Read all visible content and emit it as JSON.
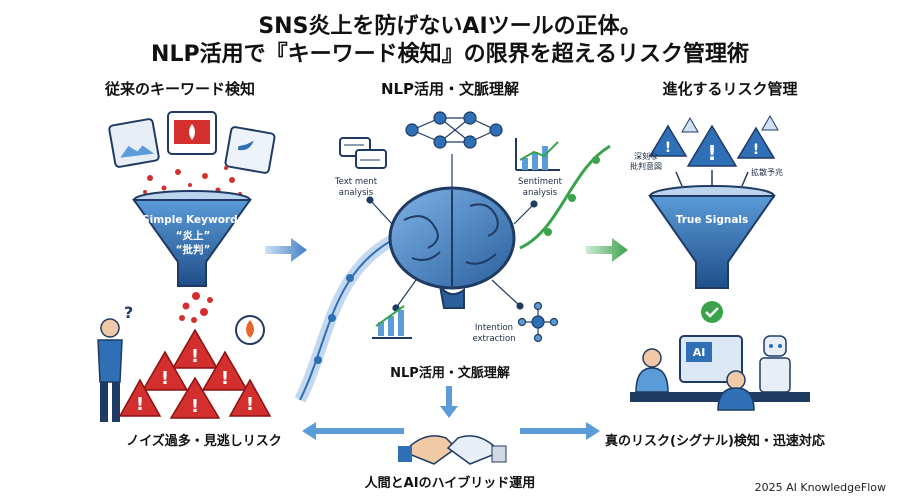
{
  "title": {
    "line1": "SNS炎上を防げないAIツールの正体。",
    "line2": "NLP活用で『キーワード検知』の限界を超えるリスク管理術"
  },
  "columns": {
    "left": "従来のキーワード検知",
    "center": "NLP活用・文脈理解",
    "right": "進化するリスク管理"
  },
  "left_funnel": {
    "heading": "Simple Keywords",
    "kw1": "“炎上”",
    "kw2": "“批判”"
  },
  "center_labels": {
    "text_analysis_1": "Text ment",
    "text_analysis_2": "analysis",
    "sentiment_1": "Sentiment",
    "sentiment_2": "analysis",
    "intention_1": "Intention",
    "intention_2": "extraction",
    "bottom": "NLP活用・文脈理解"
  },
  "right_funnel": {
    "label": "True Signals",
    "tag1_1": "深刻な",
    "tag1_2": "批判意図",
    "tag2": "拡散予兆",
    "screen": "AI"
  },
  "bottom_labels": {
    "left": "ノイズ過多・見逃しリスク",
    "right": "真のリスク(シグナル)検知・迅速対応",
    "center": "人間とAIのハイブリッド運用"
  },
  "footer": "2025 AI KnowledgeFlow",
  "colors": {
    "navy": "#1f3b63",
    "blue": "#2f6fb5",
    "lightblue": "#5a9bd8",
    "red": "#d32f2f",
    "green": "#3aa24b"
  }
}
